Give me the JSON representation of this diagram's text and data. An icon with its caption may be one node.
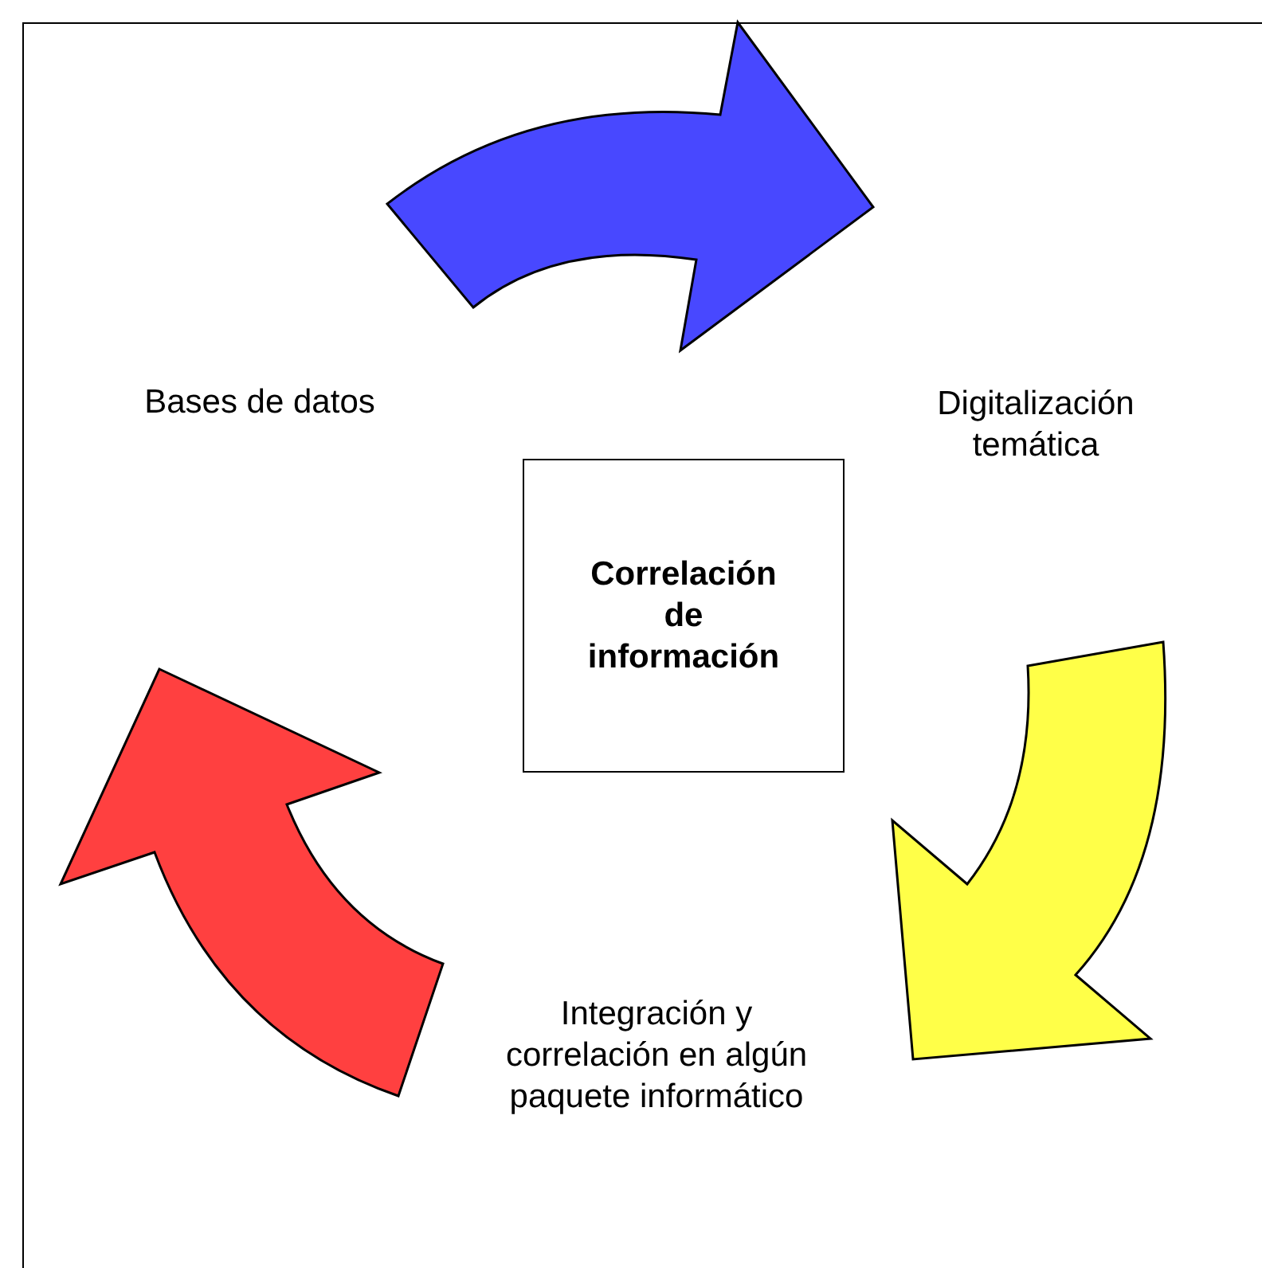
{
  "diagram": {
    "nodes": [
      {
        "text": [
          "Bases de datos"
        ]
      },
      {
        "text": [
          "Digitalización temática"
        ]
      },
      {
        "text": [
          "Correlación de información"
        ]
      },
      {
        "text": [
          "Integración y correlación en algún paquete informático"
        ]
      }
    ],
    "edges": [
      {
        "from": 0,
        "to": 1,
        "arrow": "to",
        "style": "thick",
        "color": "#4848ff"
      },
      {
        "from": 1,
        "to": 3,
        "arrow": "to",
        "style": "thick",
        "color": "#ffff48"
      },
      {
        "from": 3,
        "to": 0,
        "arrow": "to",
        "style": "thick",
        "color": "#ff4040"
      }
    ]
  }
}
